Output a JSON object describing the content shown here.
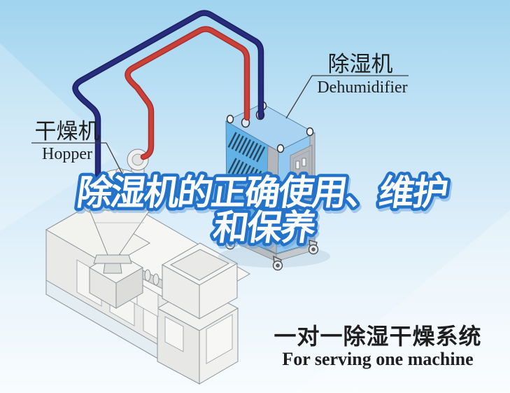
{
  "title": {
    "line1": "除湿机的正确使用、维护",
    "line2": "和保养"
  },
  "machine_labels": {
    "dehumidifier_zh": "除湿机",
    "dehumidifier_en": "Dehumidifier",
    "hopper_zh": "干燥机",
    "hopper_en": "Hopper"
  },
  "caption": {
    "zh": "一对一除湿干燥系统",
    "en": "For serving one machine"
  },
  "colors": {
    "title_fill": "#ffffff",
    "title_outline": "#2473cb",
    "title_shadow": "#6aa4dd",
    "pipe_return_air": "#282c7c",
    "pipe_dry_air": "#c94138",
    "dehumidifier_front": "#62b2e6",
    "dehumidifier_side": "#93c9ef",
    "dehumidifier_top": "#a9d3f1",
    "label_text": "#1f1f1f",
    "caption_text": "#1e1e1e"
  }
}
